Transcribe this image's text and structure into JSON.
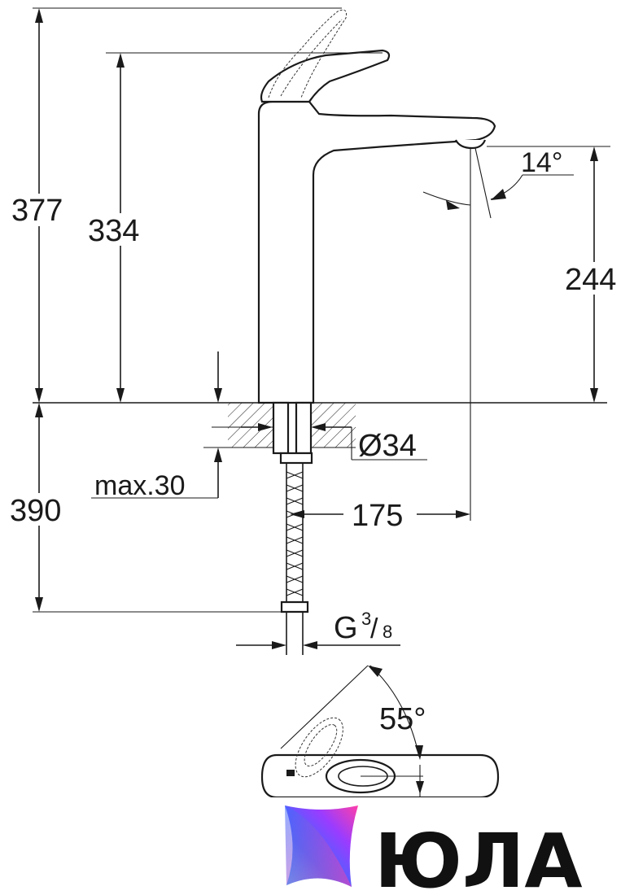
{
  "dimensions": {
    "total_height": "377",
    "spout_height": "334",
    "outlet_height": "244",
    "below_counter": "390",
    "max_thickness": "max.30",
    "hole_diameter": "Ø34",
    "projection": "175",
    "spray_angle": "14°",
    "connection_main": "G",
    "connection_num": "3",
    "connection_den": "8",
    "lever_angle": "55°"
  },
  "logo": {
    "text": "ЮЛА",
    "colors": [
      "#3b6bff",
      "#9a3cff",
      "#ff3fa8",
      "#3fd0ff"
    ]
  }
}
